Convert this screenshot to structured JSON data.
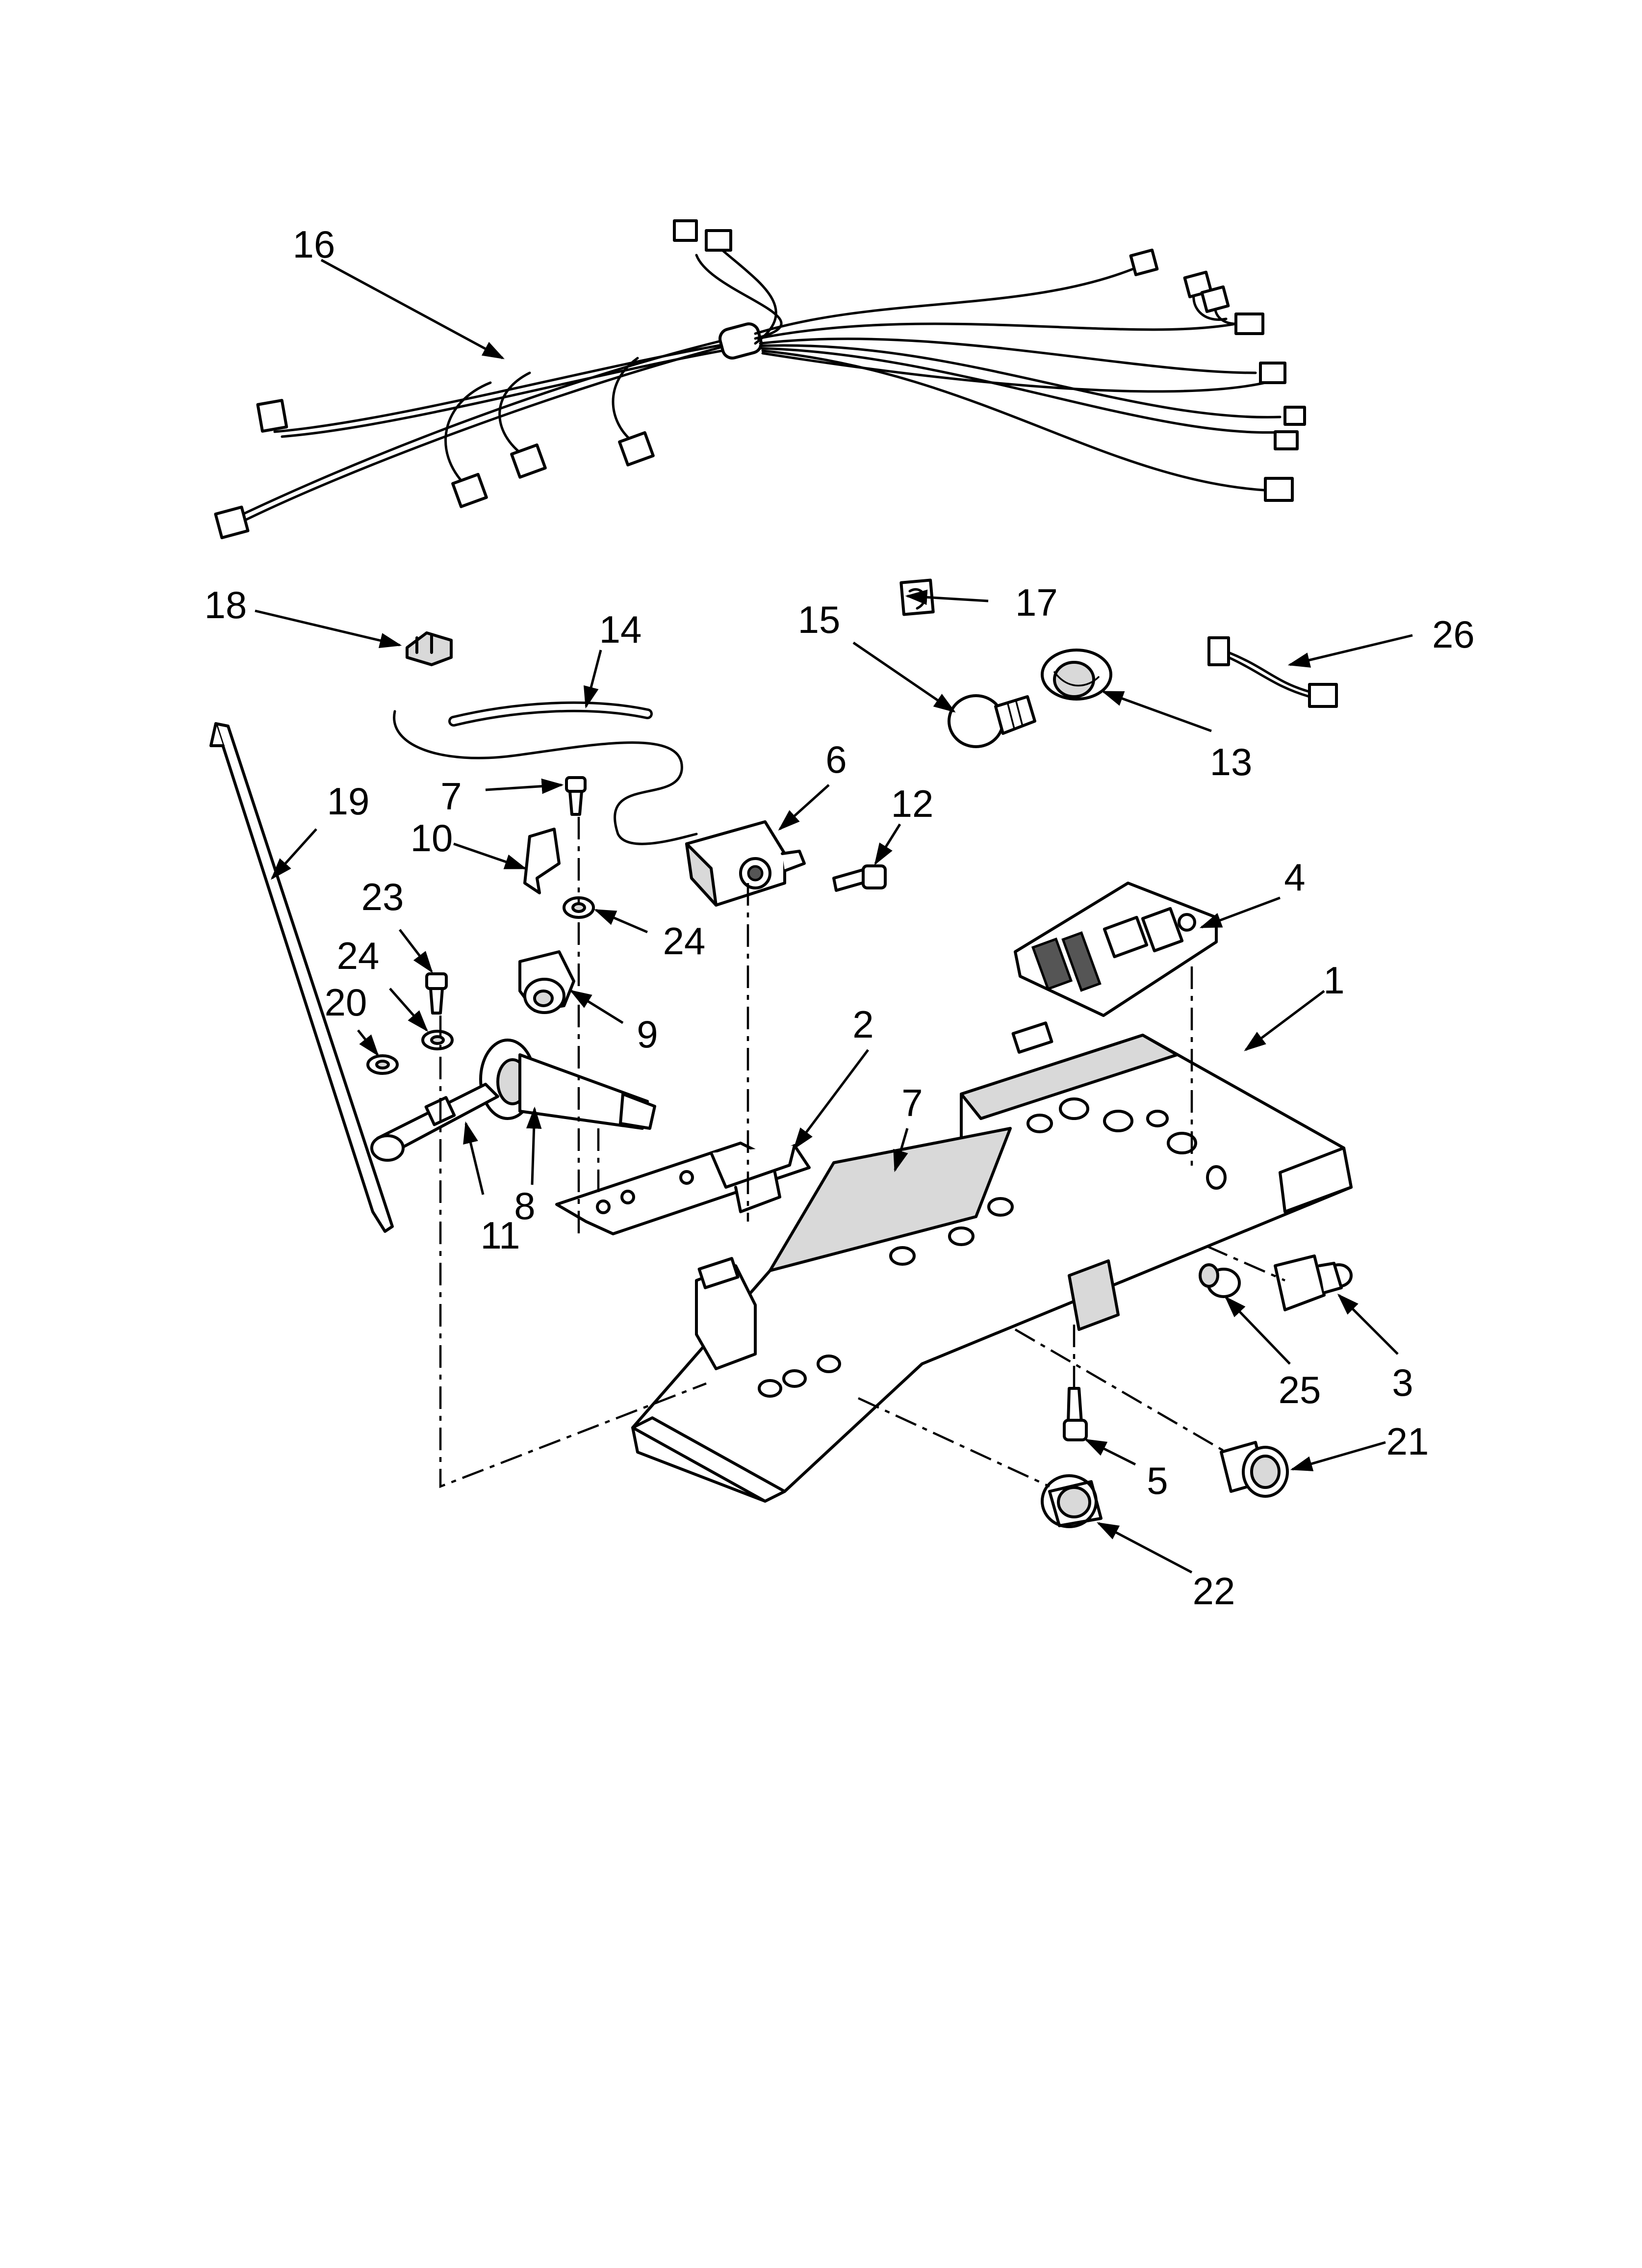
{
  "diagram": {
    "callouts": {
      "c1": "1",
      "c2": "2",
      "c3": "3",
      "c4": "4",
      "c5": "5",
      "c6": "6",
      "c7a": "7",
      "c7b": "7",
      "c8": "8",
      "c9": "9",
      "c10": "10",
      "c11": "11",
      "c12": "12",
      "c13": "13",
      "c14": "14",
      "c15": "15",
      "c16": "16",
      "c17": "17",
      "c18": "18",
      "c19": "19",
      "c20": "20",
      "c21": "21",
      "c22": "22",
      "c23": "23",
      "c24a": "24",
      "c24b": "24",
      "c25": "25",
      "c26": "26"
    }
  }
}
